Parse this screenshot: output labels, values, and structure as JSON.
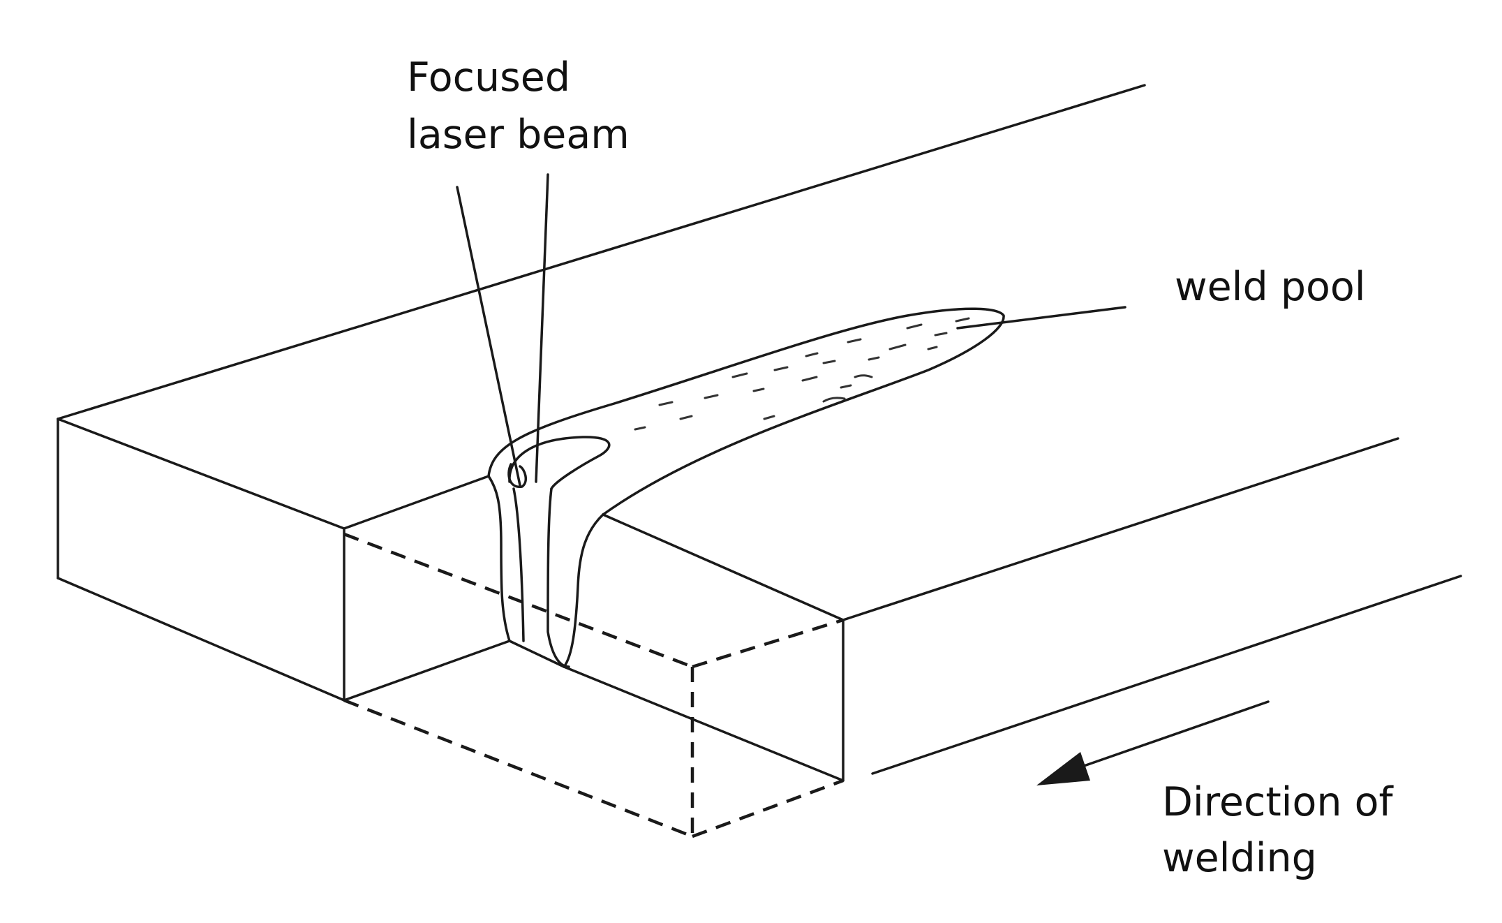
{
  "labels": {
    "laser_beam_line1": "Focused",
    "laser_beam_line2": "laser beam",
    "weld_pool": "weld pool",
    "direction_line1": "Direction of",
    "direction_line2": "welding"
  }
}
